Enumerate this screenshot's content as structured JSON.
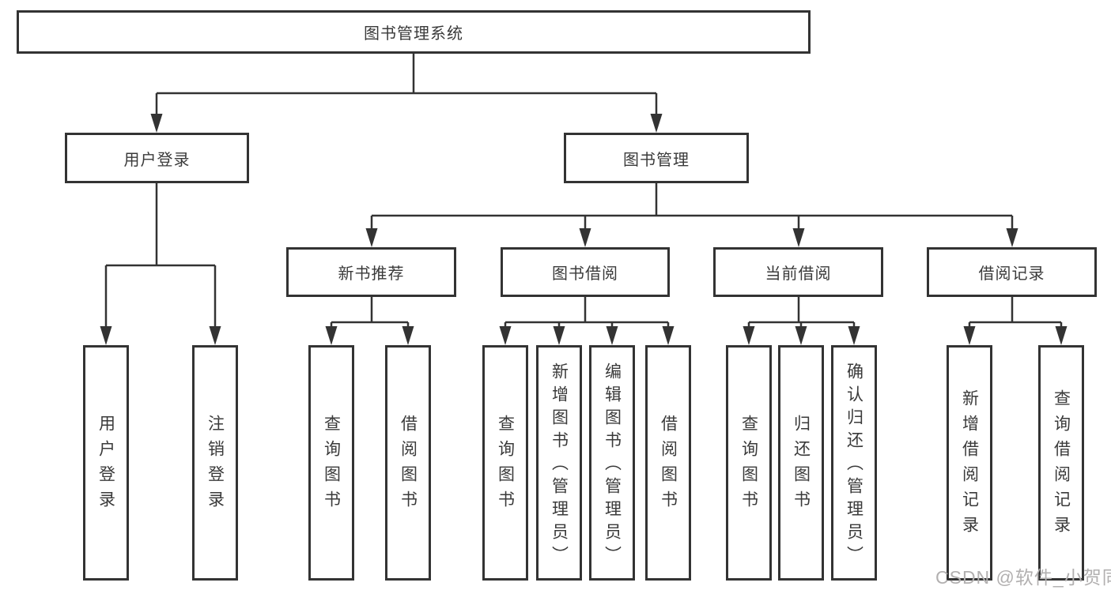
{
  "diagram": {
    "root": {
      "label": "图书管理系统"
    },
    "level1": [
      {
        "label": "用户登录"
      },
      {
        "label": "图书管理"
      }
    ],
    "level2": [
      {
        "label": "新书推荐"
      },
      {
        "label": "图书借阅"
      },
      {
        "label": "当前借阅"
      },
      {
        "label": "借阅记录"
      }
    ],
    "leaves": [
      {
        "label": "用户登录"
      },
      {
        "label": "注销登录"
      },
      {
        "label": "查询图书"
      },
      {
        "label": "借阅图书"
      },
      {
        "label": "查询图书"
      },
      {
        "label": "新增图书（管理员）"
      },
      {
        "label": "编辑图书（管理员）"
      },
      {
        "label": "借阅图书"
      },
      {
        "label": "查询图书"
      },
      {
        "label": "归还图书"
      },
      {
        "label": "确认归还（管理员）"
      },
      {
        "label": "新增借阅记录"
      },
      {
        "label": "查询借阅记录"
      }
    ],
    "hierarchy_note": {
      "用户登录": [
        "用户登录",
        "注销登录"
      ],
      "图书管理": [
        "新书推荐",
        "图书借阅",
        "当前借阅",
        "借阅记录"
      ],
      "新书推荐": [
        "查询图书",
        "借阅图书"
      ],
      "图书借阅": [
        "查询图书",
        "新增图书（管理员）",
        "编辑图书（管理员）",
        "借阅图书"
      ],
      "当前借阅": [
        "查询图书",
        "归还图书",
        "确认归还（管理员）"
      ],
      "借阅记录": [
        "新增借阅记录",
        "查询借阅记录"
      ]
    }
  },
  "watermark": {
    "text": "CSDN @软件_小贺同学"
  },
  "colors": {
    "line": "#333333",
    "box_border": "#333333",
    "text": "#3a3a3a",
    "watermark": "#b2b0b0",
    "background": "#ffffff"
  }
}
